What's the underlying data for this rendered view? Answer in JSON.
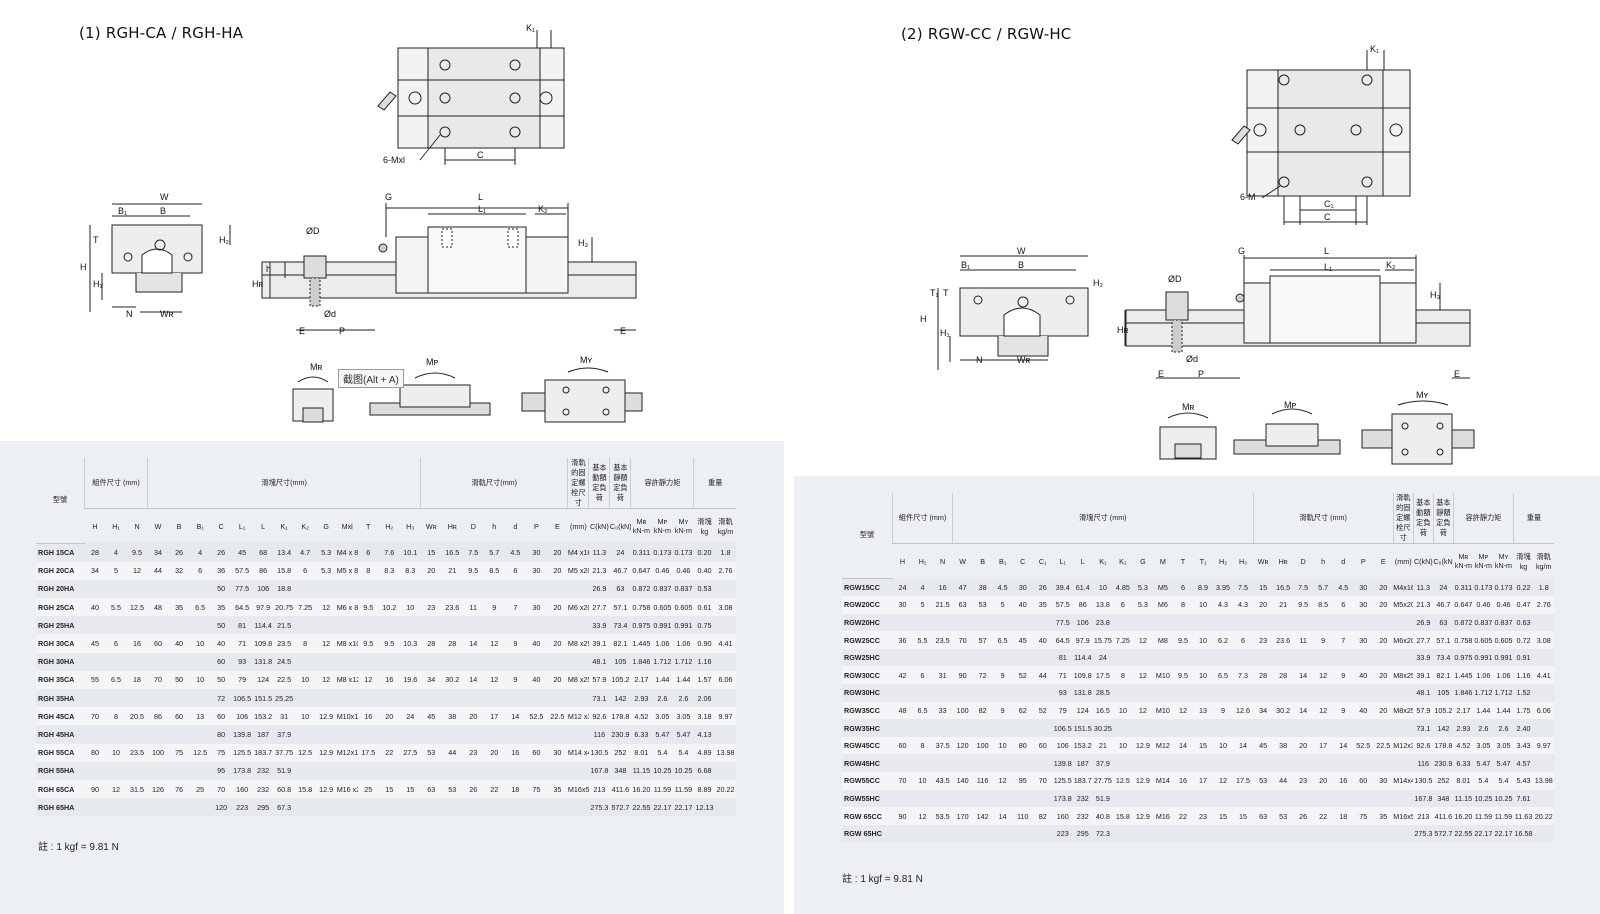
{
  "left": {
    "title": "(1) RGH-CA / RGH-HA",
    "tooltip": "截图(Alt + A)",
    "dim_labels": {
      "k1": "K₁",
      "mxl": "6-Mxl",
      "c": "C",
      "w": "W",
      "b1": "B₁",
      "b": "B",
      "t": "T",
      "h2": "H₂",
      "h": "H",
      "h1": "H₁",
      "n": "N",
      "wr": "Wʀ",
      "g": "G",
      "l": "L",
      "l1": "L₁",
      "k2": "K₂",
      "od": "ØD",
      "h_small": "h",
      "hr": "Hʀ",
      "odsmall": "Ød",
      "e": "E",
      "p": "P",
      "h3": "H₃",
      "mr": "Mʀ",
      "mp": "Mᴘ",
      "my": "Mʏ"
    },
    "note": "註 : 1 kgf = 9.81 N",
    "table": {
      "group_headers": [
        "型號",
        "組件尺寸 (mm)",
        "滑塊尺寸(mm)",
        "滑軌尺寸(mm)",
        "滑軌的固定螺栓尺寸",
        "基本動額定負荷",
        "基本靜額定負荷",
        "容許靜力矩",
        "重量"
      ],
      "columns": [
        "H",
        "H₁",
        "N",
        "W",
        "B",
        "B₁",
        "C",
        "L₁",
        "L",
        "K₁",
        "K₂",
        "G",
        "Mxl",
        "T",
        "H₂",
        "H₃",
        "Wʀ",
        "Hʀ",
        "D",
        "h",
        "d",
        "P",
        "E",
        "(mm)",
        "C(kN)",
        "C₀(kN)",
        "Mʀ kN-m",
        "Mᴘ kN-m",
        "Mʏ kN-m",
        "滑塊 kg",
        "滑軌 kg/m"
      ],
      "rows": [
        [
          "RGH 15CA",
          "28",
          "4",
          "9.5",
          "34",
          "26",
          "4",
          "26",
          "45",
          "68",
          "13.4",
          "4.7",
          "5.3",
          "M4 x 8",
          "6",
          "7.6",
          "10.1",
          "15",
          "16.5",
          "7.5",
          "5.7",
          "4.5",
          "30",
          "20",
          "M4 x16",
          "11.3",
          "24",
          "0.311",
          "0.173",
          "0.173",
          "0.20",
          "1.8"
        ],
        [
          "RGH 20CA",
          "34",
          "5",
          "12",
          "44",
          "32",
          "6",
          "36",
          "57.5",
          "86",
          "15.8",
          "6",
          "5.3",
          "M5 x 8",
          "8",
          "8.3",
          "8.3",
          "20",
          "21",
          "9.5",
          "8.5",
          "6",
          "30",
          "20",
          "M5 x20",
          "21.3",
          "46.7",
          "0.647",
          "0.46",
          "0.46",
          "0.40",
          "2.76"
        ],
        [
          "RGH 20HA",
          "",
          "",
          "",
          "",
          "",
          "",
          "50",
          "77.5",
          "106",
          "18.8",
          "",
          "",
          "",
          "",
          "",
          "",
          "",
          "",
          "",
          "",
          "",
          "",
          "",
          "",
          "26.9",
          "63",
          "0.872",
          "0.837",
          "0.837",
          "0.53",
          ""
        ],
        [
          "RGH 25CA",
          "40",
          "5.5",
          "12.5",
          "48",
          "35",
          "6.5",
          "35",
          "64.5",
          "97.9",
          "20.75",
          "7.25",
          "12",
          "M6 x 8",
          "9.5",
          "10.2",
          "10",
          "23",
          "23.6",
          "11",
          "9",
          "7",
          "30",
          "20",
          "M6 x20",
          "27.7",
          "57.1",
          "0.758",
          "0.605",
          "0.605",
          "0.61",
          "3.08"
        ],
        [
          "RGH 25HA",
          "",
          "",
          "",
          "",
          "",
          "",
          "50",
          "81",
          "114.4",
          "21.5",
          "",
          "",
          "",
          "",
          "",
          "",
          "",
          "",
          "",
          "",
          "",
          "",
          "",
          "",
          "33.9",
          "73.4",
          "0.975",
          "0.991",
          "0.991",
          "0.75",
          ""
        ],
        [
          "RGH 30CA",
          "45",
          "6",
          "16",
          "60",
          "40",
          "10",
          "40",
          "71",
          "109.8",
          "23.5",
          "8",
          "12",
          "M8 x10",
          "9.5",
          "9.5",
          "10.3",
          "28",
          "28",
          "14",
          "12",
          "9",
          "40",
          "20",
          "M8 x25",
          "39.1",
          "82.1",
          "1.445",
          "1.06",
          "1.06",
          "0.90",
          "4.41"
        ],
        [
          "RGH 30HA",
          "",
          "",
          "",
          "",
          "",
          "",
          "60",
          "93",
          "131.8",
          "24.5",
          "",
          "",
          "",
          "",
          "",
          "",
          "",
          "",
          "",
          "",
          "",
          "",
          "",
          "",
          "48.1",
          "105",
          "1.846",
          "1.712",
          "1.712",
          "1.16",
          ""
        ],
        [
          "RGH 35CA",
          "55",
          "6.5",
          "18",
          "70",
          "50",
          "10",
          "50",
          "79",
          "124",
          "22.5",
          "10",
          "12",
          "M8 x12",
          "12",
          "16",
          "19.6",
          "34",
          "30.2",
          "14",
          "12",
          "9",
          "40",
          "20",
          "M8 x25",
          "57.9",
          "105.2",
          "2.17",
          "1.44",
          "1.44",
          "1.57",
          "6.06"
        ],
        [
          "RGH 35HA",
          "",
          "",
          "",
          "",
          "",
          "",
          "72",
          "106.5",
          "151.5",
          "25.25",
          "",
          "",
          "",
          "",
          "",
          "",
          "",
          "",
          "",
          "",
          "",
          "",
          "",
          "",
          "73.1",
          "142",
          "2.93",
          "2.6",
          "2.6",
          "2.06",
          ""
        ],
        [
          "RGH 45CA",
          "70",
          "8",
          "20.5",
          "86",
          "60",
          "13",
          "60",
          "106",
          "153.2",
          "31",
          "10",
          "12.9",
          "M10x17",
          "16",
          "20",
          "24",
          "45",
          "38",
          "20",
          "17",
          "14",
          "52.5",
          "22.5",
          "M12 x35",
          "92.6",
          "178.8",
          "4.52",
          "3.05",
          "3.05",
          "3.18",
          "9.97"
        ],
        [
          "RGH 45HA",
          "",
          "",
          "",
          "",
          "",
          "",
          "80",
          "139.8",
          "187",
          "37.9",
          "",
          "",
          "",
          "",
          "",
          "",
          "",
          "",
          "",
          "",
          "",
          "",
          "",
          "",
          "116",
          "230.9",
          "6.33",
          "5.47",
          "5.47",
          "4.13",
          ""
        ],
        [
          "RGH 55CA",
          "80",
          "10",
          "23.5",
          "100",
          "75",
          "12.5",
          "75",
          "125.5",
          "183.7",
          "37.75",
          "12.5",
          "12.9",
          "M12x18",
          "17.5",
          "22",
          "27.5",
          "53",
          "44",
          "23",
          "20",
          "16",
          "60",
          "30",
          "M14 x45",
          "130.5",
          "252",
          "8.01",
          "5.4",
          "5.4",
          "4.89",
          "13.98"
        ],
        [
          "RGH 55HA",
          "",
          "",
          "",
          "",
          "",
          "",
          "95",
          "173.8",
          "232",
          "51.9",
          "",
          "",
          "",
          "",
          "",
          "",
          "",
          "",
          "",
          "",
          "",
          "",
          "",
          "",
          "167.8",
          "348",
          "11.15",
          "10.25",
          "10.25",
          "6.68",
          ""
        ],
        [
          "RGH 65CA",
          "90",
          "12",
          "31.5",
          "126",
          "76",
          "25",
          "70",
          "160",
          "232",
          "60.8",
          "15.8",
          "12.9",
          "M16 x20",
          "25",
          "15",
          "15",
          "63",
          "53",
          "26",
          "22",
          "18",
          "75",
          "35",
          "M16x50",
          "213",
          "411.6",
          "16.20",
          "11.59",
          "11.59",
          "8.89",
          "20.22"
        ],
        [
          "RGH 65HA",
          "",
          "",
          "",
          "",
          "",
          "",
          "120",
          "223",
          "295",
          "67.3",
          "",
          "",
          "",
          "",
          "",
          "",
          "",
          "",
          "",
          "",
          "",
          "",
          "",
          "",
          "275.3",
          "572.7",
          "22.55",
          "22.17",
          "22.17",
          "12.13",
          ""
        ]
      ]
    }
  },
  "right": {
    "title": "(2) RGW-CC / RGW-HC",
    "dim_labels": {
      "k1": "K₁",
      "m": "6-M",
      "c1": "C₁",
      "c": "C",
      "w": "W",
      "b1": "B₁",
      "b": "B",
      "t1": "T₁",
      "t": "T",
      "h2": "H₂",
      "h": "H",
      "h1": "H₁",
      "n": "N",
      "wr": "Wʀ",
      "g": "G",
      "l": "L",
      "l1": "L₁",
      "k2": "K₂",
      "od": "ØD",
      "hr": "Hʀ",
      "odsmall": "Ød",
      "e": "E",
      "p": "P",
      "h3": "H₃",
      "mr": "Mʀ",
      "mp": "Mᴘ",
      "my": "Mʏ"
    },
    "note": "註 : 1 kgf = 9.81 N",
    "table": {
      "group_headers": [
        "型號",
        "組件尺寸 (mm)",
        "滑塊尺寸 (mm)",
        "滑軌尺寸 (mm)",
        "滑軌的固定螺栓尺寸",
        "基本動額定負荷",
        "基本靜額定負荷",
        "容許靜力矩",
        "重量"
      ],
      "columns": [
        "H",
        "H₁",
        "N",
        "W",
        "B",
        "B₁",
        "C",
        "C₁",
        "L₁",
        "L",
        "K₁",
        "K₂",
        "G",
        "M",
        "T",
        "T₁",
        "H₂",
        "H₃",
        "Wʀ",
        "Hʀ",
        "D",
        "h",
        "d",
        "P",
        "E",
        "(mm)",
        "C(kN)",
        "C₀(kN)",
        "Mʀ kN-m",
        "Mᴘ kN-m",
        "Mʏ kN-m",
        "滑塊 kg",
        "滑軌 kg/m"
      ],
      "rows": [
        [
          "RGW15CC",
          "24",
          "4",
          "16",
          "47",
          "38",
          "4.5",
          "30",
          "26",
          "39.4",
          "61.4",
          "10",
          "4.85",
          "5.3",
          "M5",
          "6",
          "8.9",
          "3.95",
          "7.5",
          "15",
          "16.5",
          "7.5",
          "5.7",
          "4.5",
          "30",
          "20",
          "M4x16",
          "11.3",
          "24",
          "0.311",
          "0.173",
          "0.173",
          "0.22",
          "1.8"
        ],
        [
          "RGW20CC",
          "30",
          "5",
          "21.5",
          "63",
          "53",
          "5",
          "40",
          "35",
          "57.5",
          "86",
          "13.8",
          "6",
          "5.3",
          "M6",
          "8",
          "10",
          "4.3",
          "4.3",
          "20",
          "21",
          "9.5",
          "8.5",
          "6",
          "30",
          "20",
          "M5x20",
          "21.3",
          "46.7",
          "0.647",
          "0.46",
          "0.46",
          "0.47",
          "2.76"
        ],
        [
          "RGW20HC",
          "",
          "",
          "",
          "",
          "",
          "",
          "",
          "",
          "77.5",
          "106",
          "23.8",
          "",
          "",
          "",
          "",
          "",
          "",
          "",
          "",
          "",
          "",
          "",
          "",
          "",
          "",
          "",
          "26.9",
          "63",
          "0.872",
          "0.837",
          "0.837",
          "0.63",
          ""
        ],
        [
          "RGW25CC",
          "36",
          "5.5",
          "23.5",
          "70",
          "57",
          "6.5",
          "45",
          "40",
          "64.5",
          "97.9",
          "15.75",
          "7.25",
          "12",
          "M8",
          "9.5",
          "10",
          "6.2",
          "6",
          "23",
          "23.6",
          "11",
          "9",
          "7",
          "30",
          "20",
          "M6x20",
          "27.7",
          "57.1",
          "0.758",
          "0.605",
          "0.605",
          "0.72",
          "3.08"
        ],
        [
          "RGW25HC",
          "",
          "",
          "",
          "",
          "",
          "",
          "",
          "",
          "81",
          "114.4",
          "24",
          "",
          "",
          "",
          "",
          "",
          "",
          "",
          "",
          "",
          "",
          "",
          "",
          "",
          "",
          "",
          "33.9",
          "73.4",
          "0.975",
          "0.991",
          "0.991",
          "0.91",
          ""
        ],
        [
          "RGW30CC",
          "42",
          "6",
          "31",
          "90",
          "72",
          "9",
          "52",
          "44",
          "71",
          "109.8",
          "17.5",
          "8",
          "12",
          "M10",
          "9.5",
          "10",
          "6.5",
          "7.3",
          "28",
          "28",
          "14",
          "12",
          "9",
          "40",
          "20",
          "M8x25",
          "39.1",
          "82.1",
          "1.445",
          "1.06",
          "1.06",
          "1.16",
          "4.41"
        ],
        [
          "RGW30HC",
          "",
          "",
          "",
          "",
          "",
          "",
          "",
          "",
          "93",
          "131.8",
          "28.5",
          "",
          "",
          "",
          "",
          "",
          "",
          "",
          "",
          "",
          "",
          "",
          "",
          "",
          "",
          "",
          "48.1",
          "105",
          "1.846",
          "1.712",
          "1.712",
          "1.52",
          ""
        ],
        [
          "RGW35CC",
          "48",
          "6.5",
          "33",
          "100",
          "82",
          "9",
          "62",
          "52",
          "79",
          "124",
          "16.5",
          "10",
          "12",
          "M10",
          "12",
          "13",
          "9",
          "12.6",
          "34",
          "30.2",
          "14",
          "12",
          "9",
          "40",
          "20",
          "M8x25",
          "57.9",
          "105.2",
          "2.17",
          "1.44",
          "1.44",
          "1.75",
          "6.06"
        ],
        [
          "RGW35HC",
          "",
          "",
          "",
          "",
          "",
          "",
          "",
          "",
          "106.5",
          "151.5",
          "30.25",
          "",
          "",
          "",
          "",
          "",
          "",
          "",
          "",
          "",
          "",
          "",
          "",
          "",
          "",
          "",
          "73.1",
          "142",
          "2.93",
          "2.6",
          "2.6",
          "2.40",
          ""
        ],
        [
          "RGW45CC",
          "60",
          "8",
          "37.5",
          "120",
          "100",
          "10",
          "80",
          "60",
          "106",
          "153.2",
          "21",
          "10",
          "12.9",
          "M12",
          "14",
          "15",
          "10",
          "14",
          "45",
          "38",
          "20",
          "17",
          "14",
          "52.5",
          "22.5",
          "M12x35",
          "92.6",
          "178.8",
          "4.52",
          "3.05",
          "3.05",
          "3.43",
          "9.97"
        ],
        [
          "RGW45HC",
          "",
          "",
          "",
          "",
          "",
          "",
          "",
          "",
          "139.8",
          "187",
          "37.9",
          "",
          "",
          "",
          "",
          "",
          "",
          "",
          "",
          "",
          "",
          "",
          "",
          "",
          "",
          "",
          "116",
          "230.9",
          "6.33",
          "5.47",
          "5.47",
          "4.57",
          ""
        ],
        [
          "RGW55CC",
          "70",
          "10",
          "43.5",
          "140",
          "116",
          "12",
          "95",
          "70",
          "125.5",
          "183.7",
          "27.75",
          "12.5",
          "12.9",
          "M14",
          "16",
          "17",
          "12",
          "17.5",
          "53",
          "44",
          "23",
          "20",
          "16",
          "60",
          "30",
          "M14x45",
          "130.5",
          "252",
          "8.01",
          "5.4",
          "5.4",
          "5.43",
          "13.98"
        ],
        [
          "RGW55HC",
          "",
          "",
          "",
          "",
          "",
          "",
          "",
          "",
          "173.8",
          "232",
          "51.9",
          "",
          "",
          "",
          "",
          "",
          "",
          "",
          "",
          "",
          "",
          "",
          "",
          "",
          "",
          "",
          "167.8",
          "348",
          "11.15",
          "10.25",
          "10.25",
          "7.61",
          ""
        ],
        [
          "RGW 65CC",
          "90",
          "12",
          "53.5",
          "170",
          "142",
          "14",
          "110",
          "82",
          "160",
          "232",
          "40.8",
          "15.8",
          "12.9",
          "M16",
          "22",
          "23",
          "15",
          "15",
          "63",
          "53",
          "26",
          "22",
          "18",
          "75",
          "35",
          "M16x50",
          "213",
          "411.6",
          "16.20",
          "11.59",
          "11.59",
          "11.63",
          "20.22"
        ],
        [
          "RGW 65HC",
          "",
          "",
          "",
          "",
          "",
          "",
          "",
          "",
          "223",
          "295",
          "72.3",
          "",
          "",
          "",
          "",
          "",
          "",
          "",
          "",
          "",
          "",
          "",
          "",
          "",
          "",
          "",
          "275.3",
          "572.7",
          "22.55",
          "22.17",
          "22.17",
          "16.58",
          ""
        ]
      ]
    }
  }
}
